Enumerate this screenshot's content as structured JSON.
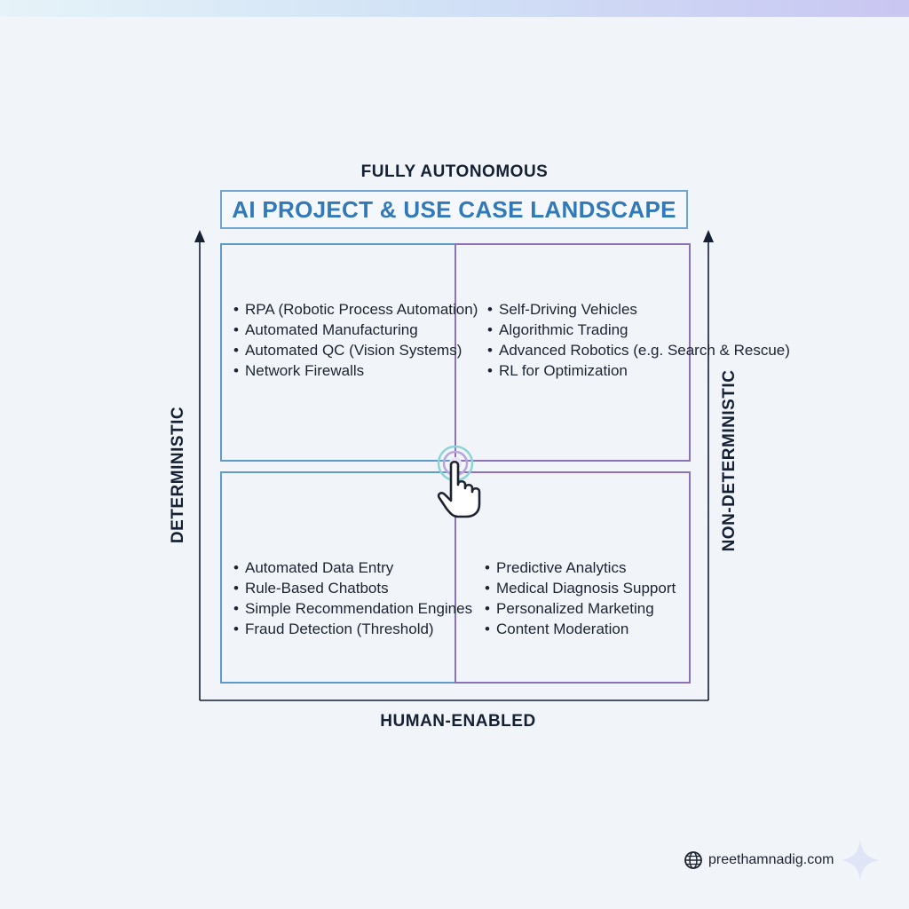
{
  "diagram": {
    "title": "AI PROJECT & USE CASE LANDSCAPE",
    "axes": {
      "top": "FULLY AUTONOMOUS",
      "bottom": "HUMAN-ENABLED",
      "left": "DETERMINISTIC",
      "right": "NON-DETERMINISTIC"
    },
    "quadrants": {
      "top_left": [
        "RPA (Robotic Process Automation)",
        "Automated Manufacturing",
        "Automated QC (Vision Systems)",
        "Network Firewalls"
      ],
      "top_right": [
        "Self-Driving Vehicles",
        "Algorithmic Trading",
        "Advanced Robotics (e.g. Search & Rescue)",
        "RL for Optimization"
      ],
      "bottom_left": [
        "Automated Data Entry",
        "Rule-Based Chatbots",
        "Simple Recommendation Engines",
        "Fraud Detection (Threshold)"
      ],
      "bottom_right": [
        "Predictive Analytics",
        "Medical Diagnosis Support",
        "Personalized Marketing",
        "Content Moderation"
      ]
    }
  },
  "footer": {
    "website": "preethamnadig.com",
    "icon": "globe-icon"
  },
  "decor": {
    "center_icon": "pointer-hand-icon",
    "corner_icon": "sparkle-icon"
  },
  "colors": {
    "title": "#3179b8",
    "deterministic_border": "#5f9bc8",
    "non_deterministic_border": "#8c72b8",
    "axis": "#152033",
    "top_bar_start": "#e6f3f8",
    "top_bar_end": "#c9c6f2"
  }
}
